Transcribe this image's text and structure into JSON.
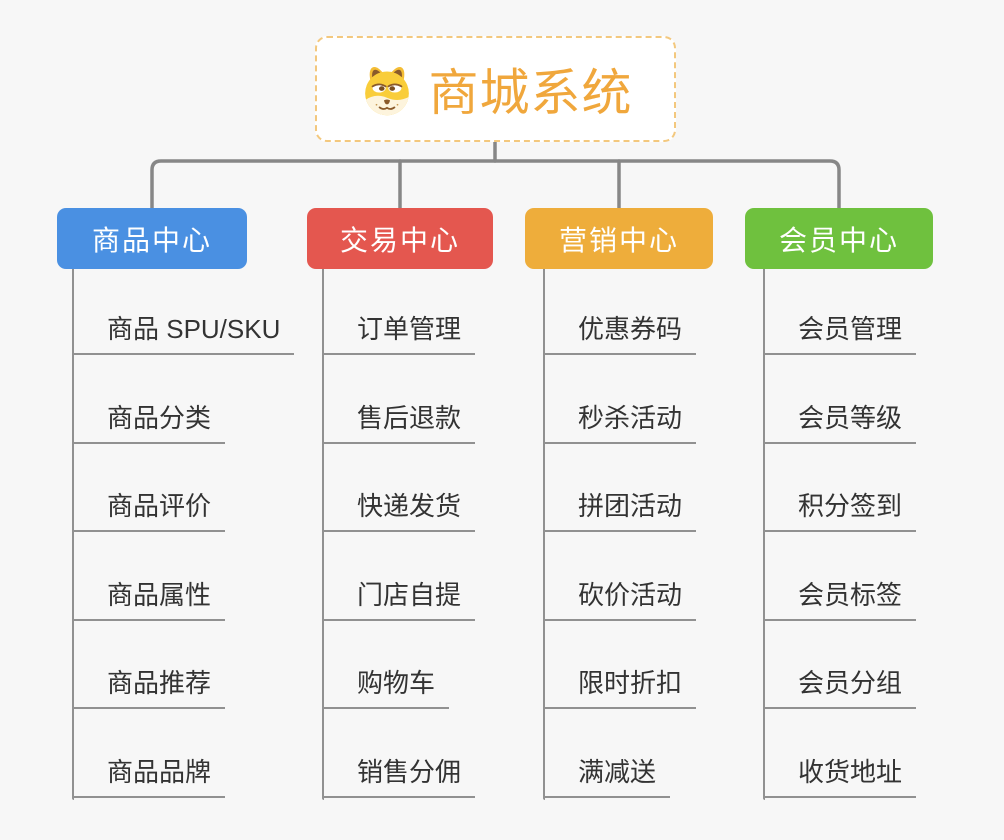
{
  "root": {
    "label": "商城系统",
    "icon": "dog-face-icon",
    "text_color": "#f0a73c",
    "border_color": "#f3c87e"
  },
  "connector_color": "#878787",
  "sub_line_color": "#919191",
  "branches": [
    {
      "id": "product-center",
      "label": "商品中心",
      "color": "#4a90e2",
      "children": [
        "商品 SPU/SKU",
        "商品分类",
        "商品评价",
        "商品属性",
        "商品推荐",
        "商品品牌"
      ]
    },
    {
      "id": "trade-center",
      "label": "交易中心",
      "color": "#e4574f",
      "children": [
        "订单管理",
        "售后退款",
        "快递发货",
        "门店自提",
        "购物车",
        "销售分佣"
      ]
    },
    {
      "id": "marketing-center",
      "label": "营销中心",
      "color": "#eead3b",
      "children": [
        "优惠券码",
        "秒杀活动",
        "拼团活动",
        "砍价活动",
        "限时折扣",
        "满减送"
      ]
    },
    {
      "id": "member-center",
      "label": "会员中心",
      "color": "#6fc13e",
      "children": [
        "会员管理",
        "会员等级",
        "积分签到",
        "会员标签",
        "会员分组",
        "收货地址"
      ]
    }
  ]
}
